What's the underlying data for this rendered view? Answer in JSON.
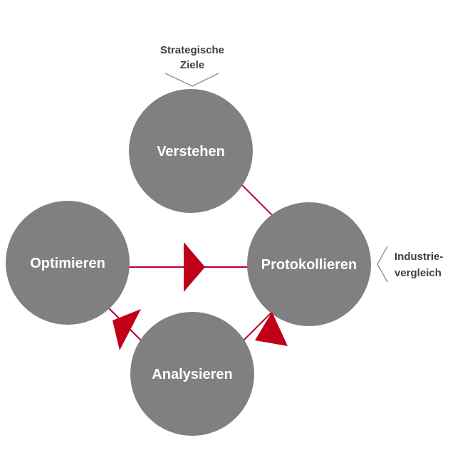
{
  "colors": {
    "node_fill": "#808080",
    "node_text": "#ffffff",
    "connector": "#b5002a",
    "arrow": "#c00018",
    "annotation_text": "#404040",
    "bracket": "#8c8c8c"
  },
  "nodes": {
    "verstehen": "Verstehen",
    "protokollieren": "Protokollieren",
    "analysieren": "Analysieren",
    "optimieren": "Optimieren"
  },
  "annotations": {
    "strategische_ziele": [
      "Strategische",
      "Ziele"
    ],
    "industrievergleich": [
      "Industrie-",
      "vergleich"
    ]
  }
}
